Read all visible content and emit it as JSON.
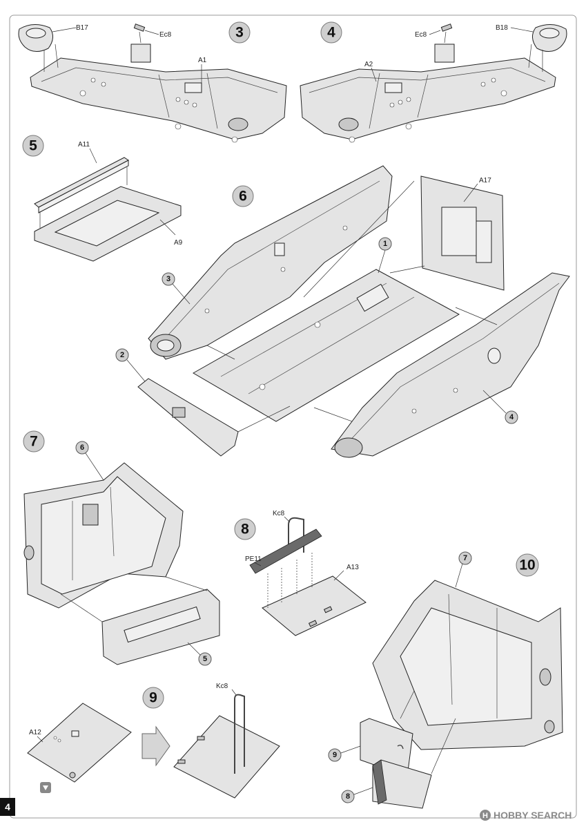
{
  "page": {
    "number": "4"
  },
  "steps": {
    "s3": {
      "num": "3",
      "labels": {
        "b17": "B17",
        "ec8": "Ec8",
        "a1": "A1"
      }
    },
    "s4": {
      "num": "4",
      "labels": {
        "ec8": "Ec8",
        "b18": "B18",
        "a2": "A2"
      }
    },
    "s5": {
      "num": "5",
      "labels": {
        "a11": "A11",
        "a9": "A9"
      }
    },
    "s6": {
      "num": "6",
      "labels": {
        "a17": "A17"
      },
      "subs": {
        "one": "1",
        "two": "2",
        "three": "3",
        "four": "4"
      }
    },
    "s7": {
      "num": "7",
      "subs": {
        "six": "6",
        "five": "5"
      }
    },
    "s8": {
      "num": "8",
      "labels": {
        "kc8": "Kc8",
        "pe11": "PE11",
        "a13": "A13"
      }
    },
    "s9": {
      "num": "9",
      "labels": {
        "a12": "A12",
        "kc8": "Kc8"
      }
    },
    "s10": {
      "num": "10",
      "subs": {
        "seven": "7",
        "nine": "9",
        "eight": "8"
      }
    }
  },
  "watermark": {
    "text": "HOBBY SEARCH",
    "logo": "H"
  },
  "colors": {
    "step_circle": "#cfcfcf",
    "part_fill": "#e4e4e4",
    "photo_etch": "#6a6a6a",
    "page_box": "#111111"
  },
  "icons": {
    "turn_over": "flip-over-icon",
    "arrow": "next-arrow-icon"
  }
}
